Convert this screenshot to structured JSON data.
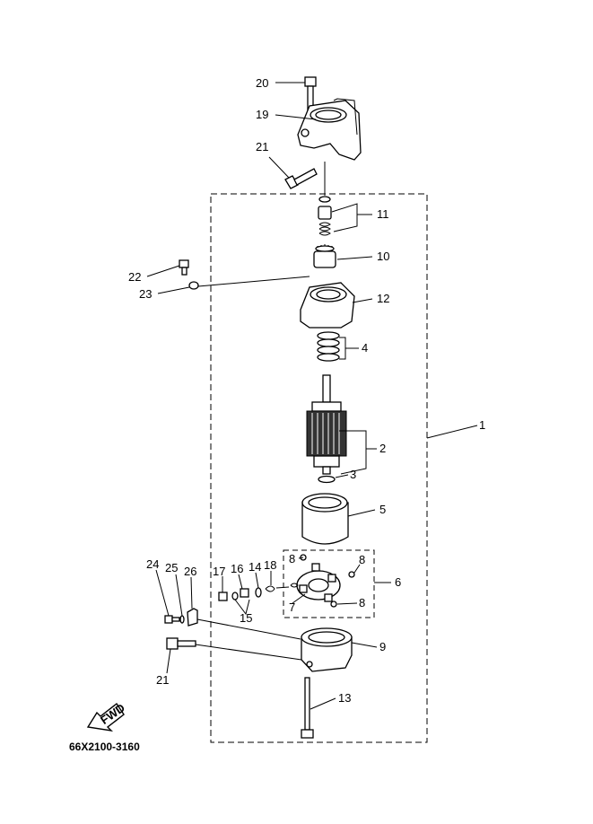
{
  "diagram": {
    "code": "66X2100-3160",
    "fwd_label": "FWD",
    "callouts": {
      "c1": "1",
      "c2": "2",
      "c3": "3",
      "c4": "4",
      "c5": "5",
      "c6": "6",
      "c7": "7",
      "c8a": "8",
      "c8b": "8",
      "c8c": "8",
      "c9": "9",
      "c10": "10",
      "c11": "11",
      "c12": "12",
      "c13": "13",
      "c14": "14",
      "c15": "15",
      "c16": "16",
      "c17": "17",
      "c18": "18",
      "c19": "19",
      "c20": "20",
      "c21a": "21",
      "c21b": "21",
      "c22": "22",
      "c23": "23",
      "c24": "24",
      "c25": "25",
      "c26": "26"
    }
  }
}
